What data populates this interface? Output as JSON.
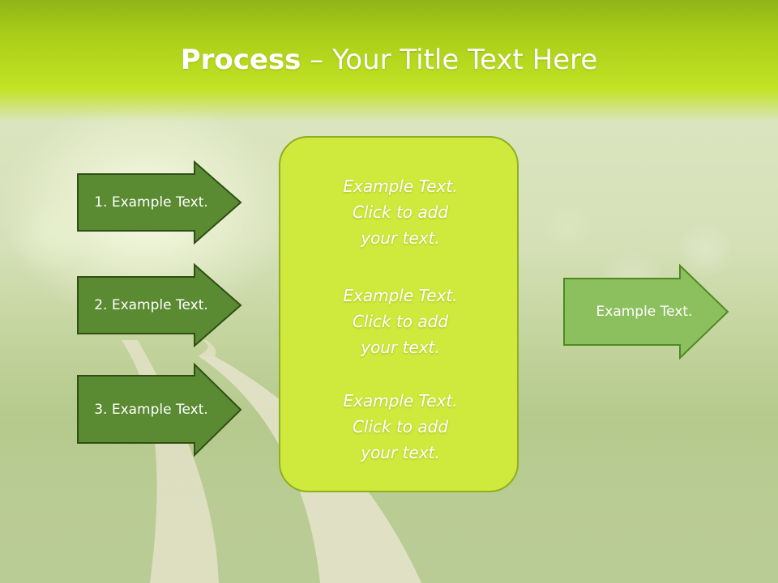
{
  "slide": {
    "title_bold": "Process",
    "title_rest": " – Your Title Text Here",
    "left_arrows": [
      {
        "label": "1. Example Text."
      },
      {
        "label": "2. Example Text."
      },
      {
        "label": "3. Example Text."
      }
    ],
    "center_blocks": [
      {
        "line1": "Example Text.",
        "line2": "Click  to add",
        "line3": "your text."
      },
      {
        "line1": "Example Text.",
        "line2": "Click  to add",
        "line3": "your text."
      },
      {
        "line1": "Example Text.",
        "line2": "Click  to add",
        "line3": "your text."
      }
    ],
    "right_arrow": {
      "label": "Example Text."
    }
  },
  "colors": {
    "header_green": "#a9cc18",
    "dark_arrow_fill": "#5a8a32",
    "dark_arrow_border": "#2f4f14",
    "light_arrow_fill": "#8cc05e",
    "light_arrow_border": "#4e8a22",
    "center_box_fill": "#cfea3c",
    "center_box_border": "#8fae22"
  }
}
